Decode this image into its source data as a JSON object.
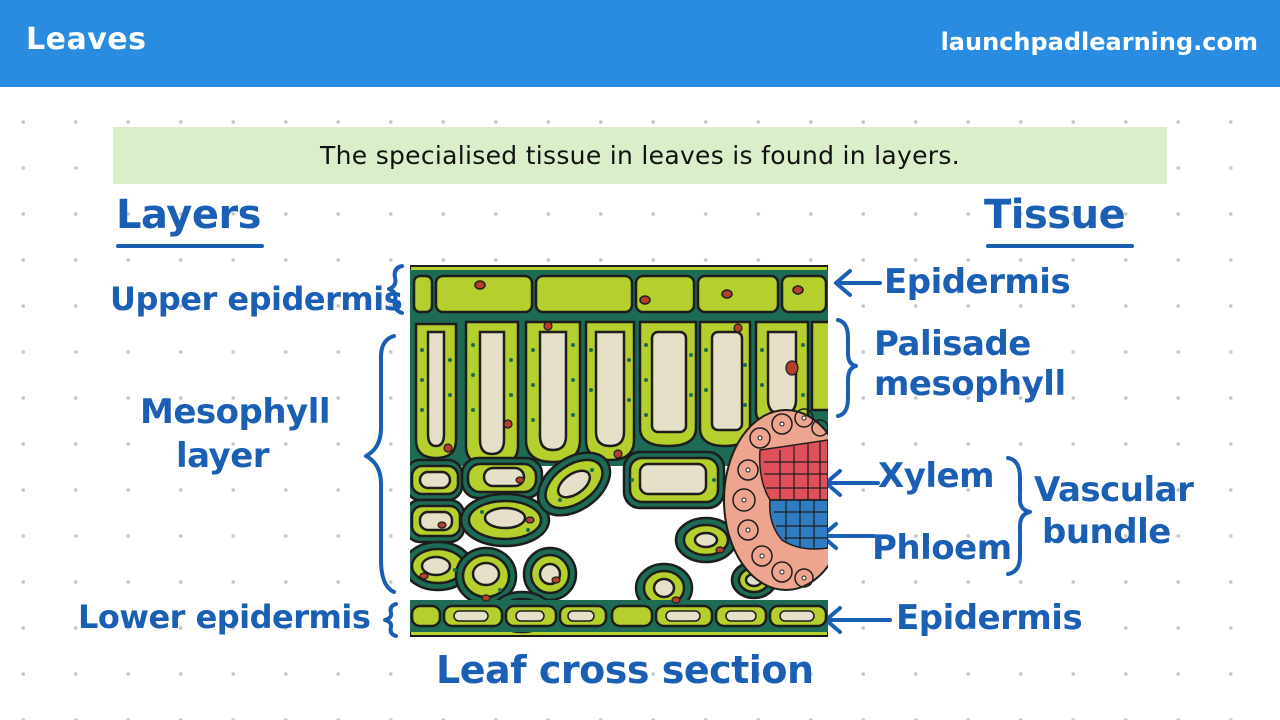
{
  "header": {
    "title": "Leaves",
    "site": "launchpadlearning.com"
  },
  "banner": {
    "text": "The specialised tissue in leaves is found in layers."
  },
  "columns": {
    "layers": "Layers",
    "tissue": "Tissue"
  },
  "layer_labels": {
    "upper_epidermis": "Upper epidermis",
    "mesophyll_line1": "Mesophyll",
    "mesophyll_line2": "layer",
    "lower_epidermis": "Lower epidermis"
  },
  "tissue_labels": {
    "epidermis_top": "Epidermis",
    "palisade_line1": "Palisade",
    "palisade_line2": "mesophyll",
    "xylem": "Xylem",
    "phloem": "Phloem",
    "vascular_line1": "Vascular",
    "vascular_line2": "bundle",
    "epidermis_bottom": "Epidermis"
  },
  "caption": "Leaf cross section",
  "colors": {
    "header_bg": "#2a8ce0",
    "banner_bg": "#daefc9",
    "label_blue": "#1a5fb4",
    "cell_green": "#b5cf2c",
    "cell_border": "#1d6b55",
    "xylem_red": "#e0505a",
    "phloem_blue": "#2f7dc0",
    "bundle_pink": "#eea58f"
  }
}
